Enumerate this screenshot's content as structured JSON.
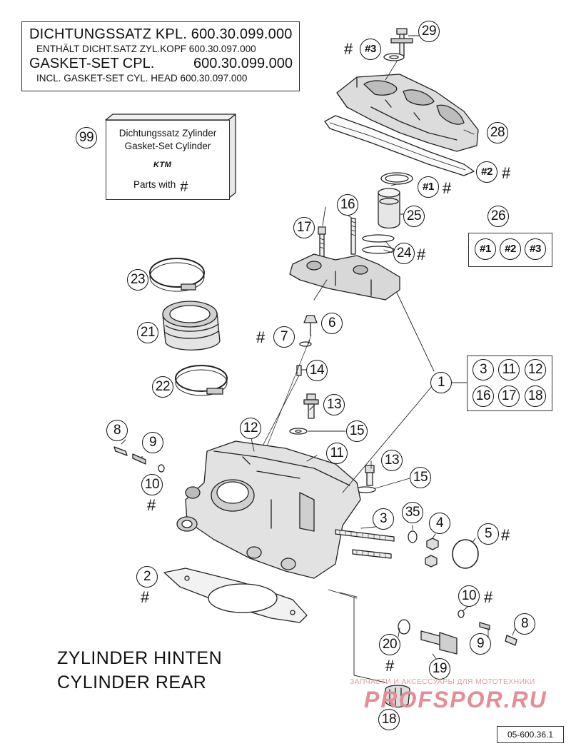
{
  "kit": {
    "line1": "DICHTUNGSSATZ KPL. 600.30.099.000",
    "line2": "ENTHÄLT DICHT.SATZ ZYL.KOPF 600.30.097.000",
    "line3_label": "GASKET-SET CPL.",
    "line3_number": "600.30.099.000",
    "line4": "INCL. GASKET-SET CYL. HEAD 600.30.097.000"
  },
  "cylinder_kit": {
    "line1": "Dichtungssatz Zylinder",
    "line2": "Gasket-Set Cylinder",
    "brand": "KTM",
    "parts_text": "Parts with",
    "parts_mark": "#",
    "item": "99"
  },
  "caption": {
    "line1": "ZYLINDER HINTEN",
    "line2": "CYLINDER REAR"
  },
  "reference": "05-600.36.1",
  "watermark": {
    "text": "ЗАПЧАСТИ И АКСЕССУАРЫ ДЛЯ МОТОТЕХНИКИ",
    "logo": "PROFSPOR.RU"
  },
  "hash_mark": "#",
  "callouts": [
    {
      "id": "c29",
      "text": "29"
    },
    {
      "id": "c3a",
      "text": "#3",
      "bold": true
    },
    {
      "id": "c28",
      "text": "28"
    },
    {
      "id": "c2a",
      "text": "#2",
      "bold": true
    },
    {
      "id": "c1a",
      "text": "#1",
      "bold": true
    },
    {
      "id": "c16",
      "text": "16"
    },
    {
      "id": "c17",
      "text": "17"
    },
    {
      "id": "c25",
      "text": "25"
    },
    {
      "id": "c24",
      "text": "24"
    },
    {
      "id": "c23",
      "text": "23"
    },
    {
      "id": "c21",
      "text": "21"
    },
    {
      "id": "c22",
      "text": "22"
    },
    {
      "id": "c6",
      "text": "6"
    },
    {
      "id": "c7",
      "text": "7"
    },
    {
      "id": "c14",
      "text": "14"
    },
    {
      "id": "c13a",
      "text": "13"
    },
    {
      "id": "c15a",
      "text": "15"
    },
    {
      "id": "c12",
      "text": "12"
    },
    {
      "id": "c11",
      "text": "11"
    },
    {
      "id": "c13b",
      "text": "13"
    },
    {
      "id": "c15b",
      "text": "15"
    },
    {
      "id": "c8a",
      "text": "8"
    },
    {
      "id": "c9a",
      "text": "9"
    },
    {
      "id": "c10a",
      "text": "10"
    },
    {
      "id": "c1",
      "text": "1"
    },
    {
      "id": "c3",
      "text": "3"
    },
    {
      "id": "c35",
      "text": "35"
    },
    {
      "id": "c4",
      "text": "4"
    },
    {
      "id": "c5",
      "text": "5"
    },
    {
      "id": "c2",
      "text": "2"
    },
    {
      "id": "c10b",
      "text": "10"
    },
    {
      "id": "c8b",
      "text": "8"
    },
    {
      "id": "c9b",
      "text": "9"
    },
    {
      "id": "c20",
      "text": "20"
    },
    {
      "id": "c19",
      "text": "19"
    },
    {
      "id": "c18",
      "text": "18"
    }
  ],
  "group_26": {
    "id": "26",
    "members": [
      "#1",
      "#2",
      "#3"
    ]
  },
  "group_1": {
    "members": [
      "3",
      "11",
      "12",
      "16",
      "17",
      "18"
    ]
  }
}
